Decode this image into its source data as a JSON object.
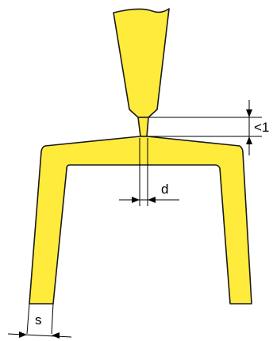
{
  "colors": {
    "part_fill": "#FFEB3B",
    "outline": "#1a1a1a",
    "dimension": "#000000"
  },
  "labels": {
    "gap": "<1",
    "width_d": "d",
    "wall_s": "s"
  }
}
